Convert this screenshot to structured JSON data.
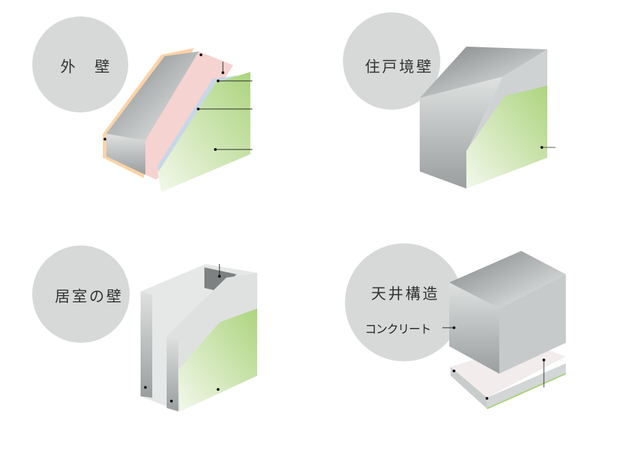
{
  "panels": [
    {
      "title": "外　壁"
    },
    {
      "title": "住戸境壁"
    },
    {
      "title": "居室の壁"
    },
    {
      "title": "天井構造",
      "label": "コンクリート"
    }
  ],
  "colors": {
    "circle": "#d7d9d9",
    "concrete": "#9a9d9d",
    "board": "#b5d98a",
    "insulation_pink": "#f2c8c4",
    "insulation_blue": "#bcd8ec",
    "finish_orange": "#f6b56e"
  }
}
